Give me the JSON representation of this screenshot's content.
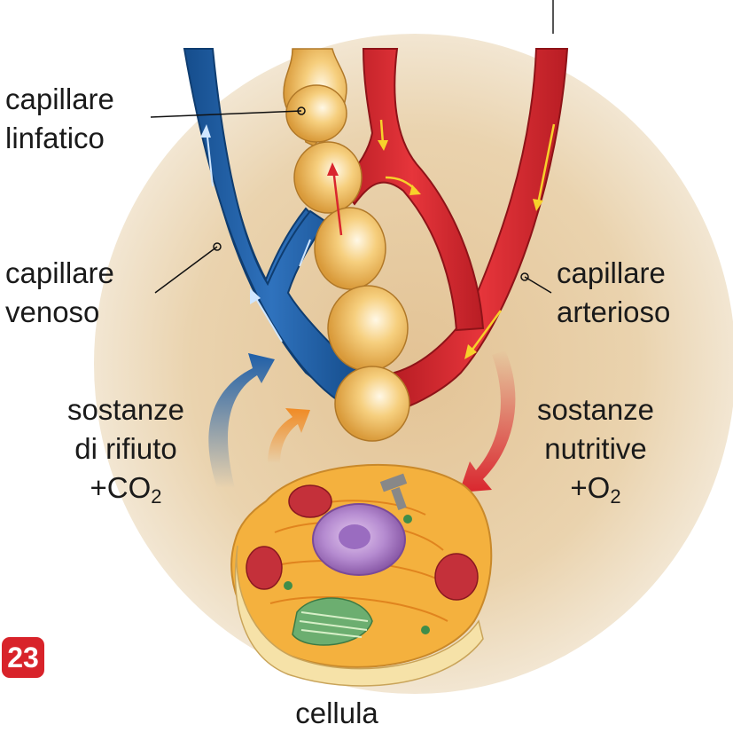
{
  "figure_number": "23",
  "labels": {
    "lymph": {
      "line1": "capillare",
      "line2": "linfatico"
    },
    "venous": {
      "line1": "capillare",
      "line2": "venoso"
    },
    "arterial": {
      "line1": "capillare",
      "line2": "arterioso"
    },
    "waste": {
      "line1": "sostanze",
      "line2": "di rifiuto",
      "line3_prefix": "+CO",
      "line3_sub": "2"
    },
    "nutrients": {
      "line1": "sostanze",
      "line2": "nutritive",
      "line3_prefix": "+O",
      "line3_sub": "2"
    },
    "cell": "cellula"
  },
  "colors": {
    "vein": "#1f5fa8",
    "artery": "#d9262e",
    "lymph": "#f3c46a",
    "tissue": "#e8cfa5",
    "badge": "#d8232a"
  }
}
